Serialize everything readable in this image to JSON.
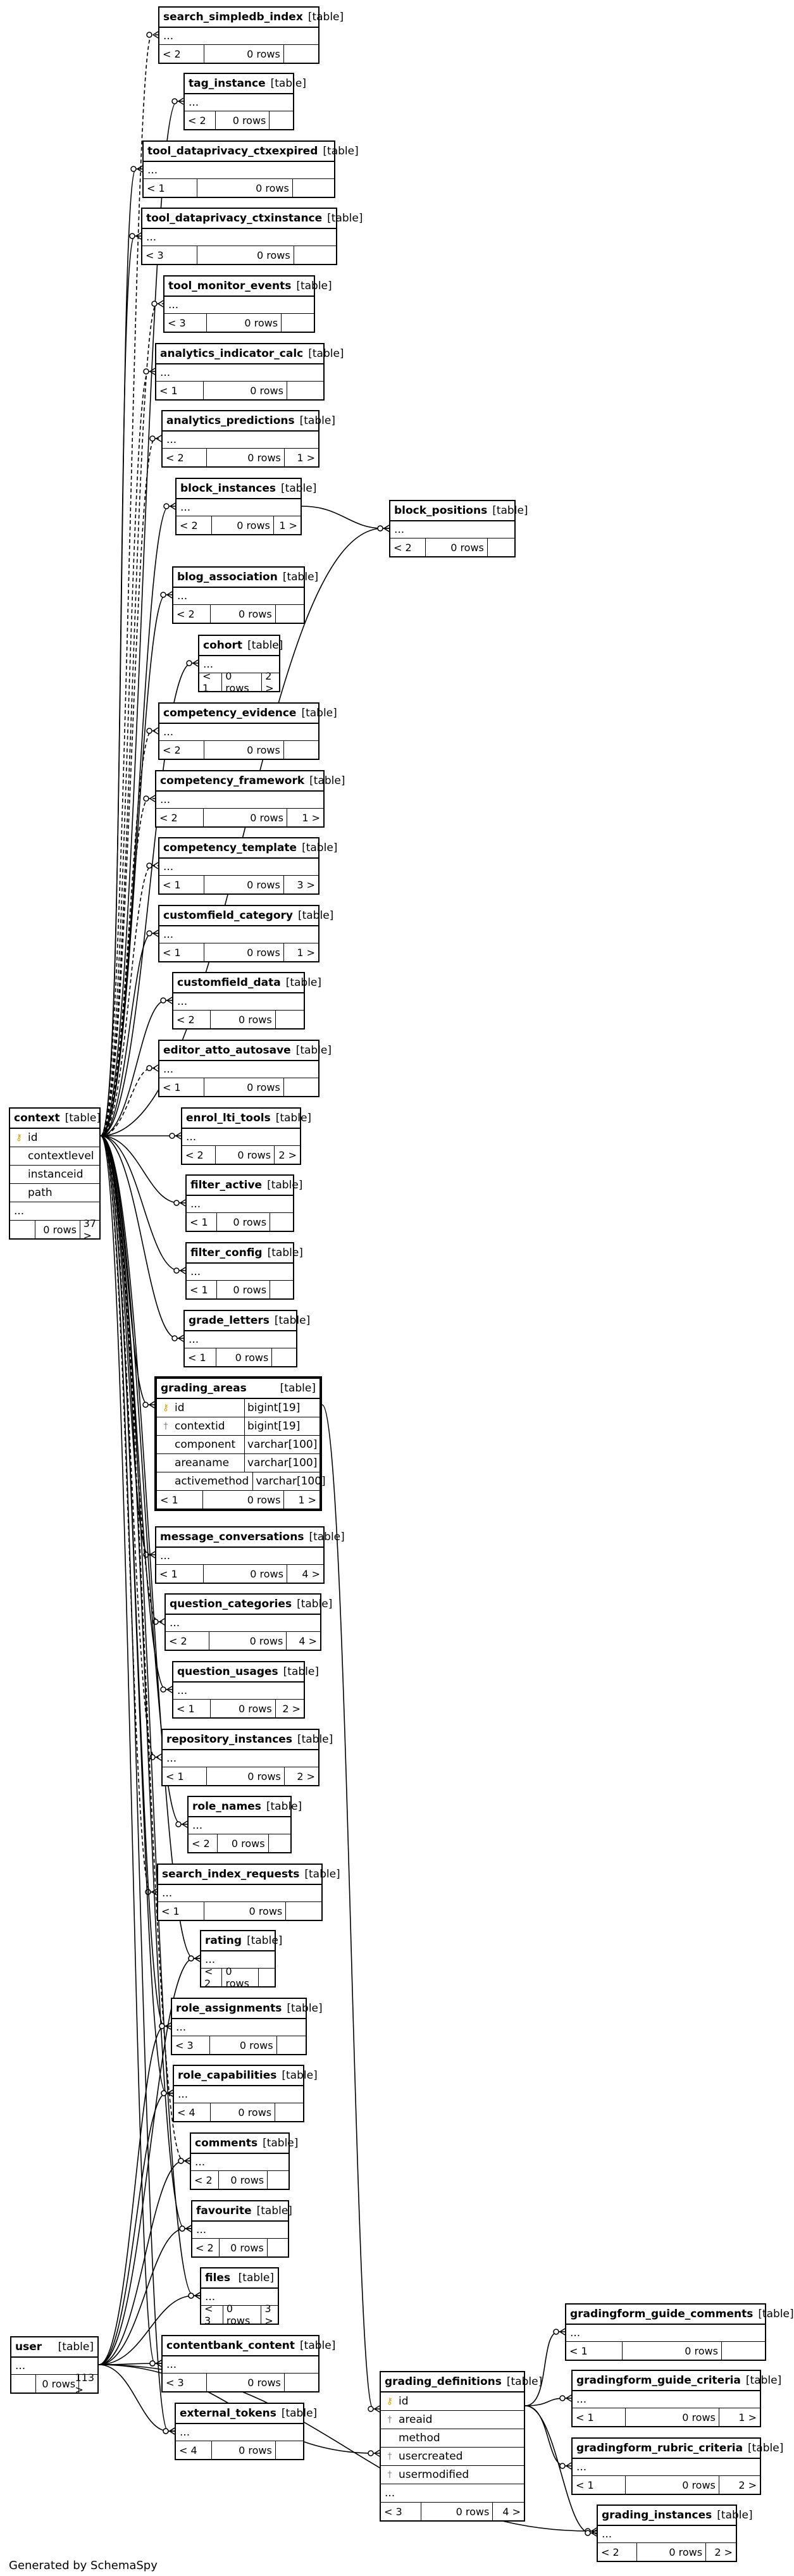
{
  "footer": "Generated by SchemaSpy",
  "type_label": "[table]",
  "tables": [
    {
      "id": "search_simpledb_index",
      "name": "search_simpledb_index",
      "footer": [
        "< 2",
        "0 rows",
        ""
      ]
    },
    {
      "id": "tag_instance",
      "name": "tag_instance",
      "footer": [
        "< 2",
        "0 rows",
        ""
      ]
    },
    {
      "id": "tool_dataprivacy_ctxexpired",
      "name": "tool_dataprivacy_ctxexpired",
      "footer": [
        "< 1",
        "0 rows",
        ""
      ]
    },
    {
      "id": "tool_dataprivacy_ctxinstance",
      "name": "tool_dataprivacy_ctxinstance",
      "footer": [
        "< 3",
        "0 rows",
        ""
      ]
    },
    {
      "id": "tool_monitor_events",
      "name": "tool_monitor_events",
      "footer": [
        "< 3",
        "0 rows",
        ""
      ]
    },
    {
      "id": "analytics_indicator_calc",
      "name": "analytics_indicator_calc",
      "footer": [
        "< 1",
        "0 rows",
        ""
      ]
    },
    {
      "id": "analytics_predictions",
      "name": "analytics_predictions",
      "footer": [
        "< 2",
        "0 rows",
        "1 >"
      ]
    },
    {
      "id": "block_instances",
      "name": "block_instances",
      "footer": [
        "< 2",
        "0 rows",
        "1 >"
      ]
    },
    {
      "id": "block_positions",
      "name": "block_positions",
      "footer": [
        "< 2",
        "0 rows",
        ""
      ]
    },
    {
      "id": "blog_association",
      "name": "blog_association",
      "footer": [
        "< 2",
        "0 rows",
        ""
      ]
    },
    {
      "id": "cohort",
      "name": "cohort",
      "footer": [
        "< 1",
        "0 rows",
        "2 >"
      ]
    },
    {
      "id": "competency_evidence",
      "name": "competency_evidence",
      "footer": [
        "< 2",
        "0 rows",
        ""
      ]
    },
    {
      "id": "competency_framework",
      "name": "competency_framework",
      "footer": [
        "< 2",
        "0 rows",
        "1 >"
      ]
    },
    {
      "id": "competency_template",
      "name": "competency_template",
      "footer": [
        "< 1",
        "0 rows",
        "3 >"
      ]
    },
    {
      "id": "customfield_category",
      "name": "customfield_category",
      "footer": [
        "< 1",
        "0 rows",
        "1 >"
      ]
    },
    {
      "id": "customfield_data",
      "name": "customfield_data",
      "footer": [
        "< 2",
        "0 rows",
        ""
      ]
    },
    {
      "id": "editor_atto_autosave",
      "name": "editor_atto_autosave",
      "footer": [
        "< 1",
        "0 rows",
        ""
      ]
    },
    {
      "id": "enrol_lti_tools",
      "name": "enrol_lti_tools",
      "footer": [
        "< 2",
        "0 rows",
        "2 >"
      ]
    },
    {
      "id": "filter_active",
      "name": "filter_active",
      "footer": [
        "< 1",
        "0 rows",
        ""
      ]
    },
    {
      "id": "filter_config",
      "name": "filter_config",
      "footer": [
        "< 1",
        "0 rows",
        ""
      ]
    },
    {
      "id": "grade_letters",
      "name": "grade_letters",
      "footer": [
        "< 1",
        "0 rows",
        ""
      ]
    },
    {
      "id": "message_conversations",
      "name": "message_conversations",
      "footer": [
        "< 1",
        "0 rows",
        "4 >"
      ]
    },
    {
      "id": "question_categories",
      "name": "question_categories",
      "footer": [
        "< 2",
        "0 rows",
        "4 >"
      ]
    },
    {
      "id": "question_usages",
      "name": "question_usages",
      "footer": [
        "< 1",
        "0 rows",
        "2 >"
      ]
    },
    {
      "id": "repository_instances",
      "name": "repository_instances",
      "footer": [
        "< 1",
        "0 rows",
        "2 >"
      ]
    },
    {
      "id": "role_names",
      "name": "role_names",
      "footer": [
        "< 2",
        "0 rows",
        ""
      ]
    },
    {
      "id": "search_index_requests",
      "name": "search_index_requests",
      "footer": [
        "< 1",
        "0 rows",
        ""
      ]
    },
    {
      "id": "rating",
      "name": "rating",
      "footer": [
        "< 2",
        "0 rows",
        ""
      ]
    },
    {
      "id": "role_assignments",
      "name": "role_assignments",
      "footer": [
        "< 3",
        "0 rows",
        ""
      ]
    },
    {
      "id": "role_capabilities",
      "name": "role_capabilities",
      "footer": [
        "< 4",
        "0 rows",
        ""
      ]
    },
    {
      "id": "comments",
      "name": "comments",
      "footer": [
        "< 2",
        "0 rows",
        ""
      ]
    },
    {
      "id": "favourite",
      "name": "favourite",
      "footer": [
        "< 2",
        "0 rows",
        ""
      ]
    },
    {
      "id": "files",
      "name": "files",
      "footer": [
        "< 3",
        "0 rows",
        "3 >"
      ]
    },
    {
      "id": "contentbank_content",
      "name": "contentbank_content",
      "footer": [
        "< 3",
        "0 rows",
        ""
      ]
    },
    {
      "id": "external_tokens",
      "name": "external_tokens",
      "footer": [
        "< 4",
        "0 rows",
        ""
      ]
    },
    {
      "id": "user",
      "name": "user",
      "footer": [
        "",
        "0 rows",
        "113 >"
      ]
    },
    {
      "id": "context",
      "name": "context",
      "columns": [
        {
          "name": "id",
          "icon": "key"
        },
        {
          "name": "contextlevel"
        },
        {
          "name": "instanceid"
        },
        {
          "name": "path"
        },
        {
          "name": "..."
        }
      ],
      "footer": [
        "",
        "0 rows",
        "37 >"
      ]
    },
    {
      "id": "grading_areas",
      "name": "grading_areas",
      "focus": true,
      "columns": [
        {
          "name": "id",
          "icon": "key",
          "type": "bigint[19]"
        },
        {
          "name": "contextid",
          "icon": "fk",
          "type": "bigint[19]"
        },
        {
          "name": "component",
          "type": "varchar[100]"
        },
        {
          "name": "areaname",
          "type": "varchar[100]"
        },
        {
          "name": "activemethod",
          "type": "varchar[100]"
        }
      ],
      "footer": [
        "< 1",
        "0 rows",
        "1 >"
      ]
    },
    {
      "id": "grading_definitions",
      "name": "grading_definitions",
      "columns": [
        {
          "name": "id",
          "icon": "key"
        },
        {
          "name": "areaid",
          "icon": "fk"
        },
        {
          "name": "method"
        },
        {
          "name": "usercreated",
          "icon": "fk"
        },
        {
          "name": "usermodified",
          "icon": "fk"
        },
        {
          "name": "..."
        }
      ],
      "footer": [
        "< 3",
        "0 rows",
        "4 >"
      ]
    },
    {
      "id": "gradingform_guide_comments",
      "name": "gradingform_guide_comments",
      "footer": [
        "< 1",
        "0 rows",
        ""
      ]
    },
    {
      "id": "gradingform_guide_criteria",
      "name": "gradingform_guide_criteria",
      "footer": [
        "< 1",
        "0 rows",
        "1 >"
      ]
    },
    {
      "id": "gradingform_rubric_criteria",
      "name": "gradingform_rubric_criteria",
      "footer": [
        "< 1",
        "0 rows",
        "2 >"
      ]
    },
    {
      "id": "grading_instances",
      "name": "grading_instances",
      "footer": [
        "< 2",
        "0 rows",
        "2 >"
      ]
    }
  ],
  "relations": [
    {
      "from": "context",
      "to": "search_simpledb_index",
      "style": "dashed"
    },
    {
      "from": "context",
      "to": "tag_instance",
      "style": "solid"
    },
    {
      "from": "context",
      "to": "tool_dataprivacy_ctxexpired",
      "style": "solid"
    },
    {
      "from": "context",
      "to": "tool_dataprivacy_ctxinstance",
      "style": "solid"
    },
    {
      "from": "context",
      "to": "tool_monitor_events",
      "style": "dashed"
    },
    {
      "from": "context",
      "to": "analytics_indicator_calc",
      "style": "dashed"
    },
    {
      "from": "context",
      "to": "analytics_predictions",
      "style": "dashed"
    },
    {
      "from": "context",
      "to": "block_instances",
      "style": "solid"
    },
    {
      "from": "block_instances",
      "to": "block_positions",
      "style": "solid"
    },
    {
      "from": "context",
      "to": "block_positions",
      "style": "solid"
    },
    {
      "from": "context",
      "to": "blog_association",
      "style": "solid"
    },
    {
      "from": "context",
      "to": "cohort",
      "style": "solid"
    },
    {
      "from": "context",
      "to": "competency_evidence",
      "style": "dashed"
    },
    {
      "from": "context",
      "to": "competency_framework",
      "style": "dashed"
    },
    {
      "from": "context",
      "to": "competency_template",
      "style": "dashed"
    },
    {
      "from": "context",
      "to": "customfield_category",
      "style": "solid"
    },
    {
      "from": "context",
      "to": "customfield_data",
      "style": "solid"
    },
    {
      "from": "context",
      "to": "editor_atto_autosave",
      "style": "dashed"
    },
    {
      "from": "context",
      "to": "enrol_lti_tools",
      "style": "solid"
    },
    {
      "from": "context",
      "to": "filter_active",
      "style": "solid"
    },
    {
      "from": "context",
      "to": "filter_config",
      "style": "solid"
    },
    {
      "from": "context",
      "to": "grade_letters",
      "style": "solid"
    },
    {
      "from": "context",
      "to": "grading_areas",
      "style": "solid"
    },
    {
      "from": "context",
      "to": "message_conversations",
      "style": "solid"
    },
    {
      "from": "context",
      "to": "question_categories",
      "style": "dashed"
    },
    {
      "from": "context",
      "to": "question_usages",
      "style": "solid"
    },
    {
      "from": "context",
      "to": "repository_instances",
      "style": "dashed"
    },
    {
      "from": "context",
      "to": "role_names",
      "style": "solid"
    },
    {
      "from": "context",
      "to": "search_index_requests",
      "style": "dashed"
    },
    {
      "from": "context",
      "to": "rating",
      "style": "solid"
    },
    {
      "from": "context",
      "to": "role_assignments",
      "style": "solid"
    },
    {
      "from": "context",
      "to": "role_capabilities",
      "style": "solid"
    },
    {
      "from": "context",
      "to": "comments",
      "style": "dashed"
    },
    {
      "from": "context",
      "to": "favourite",
      "style": "solid"
    },
    {
      "from": "context",
      "to": "files",
      "style": "solid"
    },
    {
      "from": "context",
      "to": "contentbank_content",
      "style": "solid"
    },
    {
      "from": "context",
      "to": "external_tokens",
      "style": "solid"
    },
    {
      "from": "user",
      "to": "rating",
      "style": "solid"
    },
    {
      "from": "user",
      "to": "role_assignments",
      "style": "solid"
    },
    {
      "from": "user",
      "to": "role_capabilities",
      "style": "solid"
    },
    {
      "from": "user",
      "to": "comments",
      "style": "solid"
    },
    {
      "from": "user",
      "to": "favourite",
      "style": "solid"
    },
    {
      "from": "user",
      "to": "files",
      "style": "solid"
    },
    {
      "from": "user",
      "to": "contentbank_content",
      "style": "solid"
    },
    {
      "from": "user",
      "to": "external_tokens",
      "style": "solid"
    },
    {
      "from": "user",
      "to": "grading_definitions",
      "style": "solid"
    },
    {
      "from": "user",
      "to": "grading_instances",
      "style": "solid"
    },
    {
      "from": "grading_areas",
      "to": "grading_definitions",
      "style": "solid"
    },
    {
      "from": "grading_definitions",
      "to": "gradingform_guide_comments",
      "style": "solid"
    },
    {
      "from": "grading_definitions",
      "to": "gradingform_guide_criteria",
      "style": "solid"
    },
    {
      "from": "grading_definitions",
      "to": "gradingform_rubric_criteria",
      "style": "solid"
    },
    {
      "from": "grading_definitions",
      "to": "grading_instances",
      "style": "solid"
    }
  ]
}
